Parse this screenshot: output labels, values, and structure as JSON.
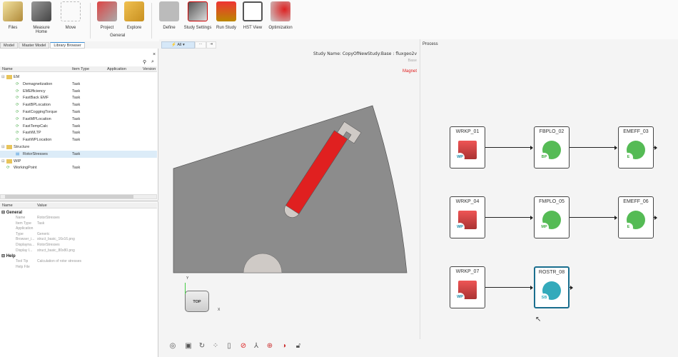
{
  "ribbon": {
    "buttons": [
      {
        "label": "Files",
        "icon": "files-icon"
      },
      {
        "label": "Measure",
        "icon": "measure-icon"
      },
      {
        "label": "Move",
        "icon": "move-icon"
      },
      {
        "label": "Project",
        "icon": "project-icon"
      },
      {
        "label": "Explore",
        "icon": "explore-icon"
      },
      {
        "label": "Define",
        "icon": "define-icon"
      },
      {
        "label": "Study Settings",
        "icon": "study-settings-icon"
      },
      {
        "label": "Run Study",
        "icon": "run-study-icon"
      },
      {
        "label": "HST View",
        "icon": "hst-view-icon"
      },
      {
        "label": "Optimization",
        "icon": "optimization-icon"
      }
    ],
    "groups": [
      "Home",
      "General"
    ]
  },
  "tabs": [
    "Model",
    "Master Model",
    "Library Browser"
  ],
  "tree": {
    "columns": [
      "Name",
      "Item Type",
      "Application",
      "Version"
    ],
    "items": [
      {
        "name": "EM",
        "type": "",
        "level": 0,
        "folder": true
      },
      {
        "name": "Demagnetization",
        "type": "Task",
        "level": 1
      },
      {
        "name": "EMEfficiency",
        "type": "Task",
        "level": 1
      },
      {
        "name": "FastBack EMF",
        "type": "Task",
        "level": 1
      },
      {
        "name": "FastBPLocation",
        "type": "Task",
        "level": 1
      },
      {
        "name": "FastCoggingTorque",
        "type": "Task",
        "level": 1
      },
      {
        "name": "FastMPLocation",
        "type": "Task",
        "level": 1
      },
      {
        "name": "FastTempCalc",
        "type": "Task",
        "level": 1
      },
      {
        "name": "FastWLTP",
        "type": "Task",
        "level": 1
      },
      {
        "name": "FastWPLocation",
        "type": "Task",
        "level": 1
      },
      {
        "name": "Structure",
        "type": "",
        "level": 0,
        "folder": true
      },
      {
        "name": "RotorStresses",
        "type": "Task",
        "level": 1,
        "selected": true
      },
      {
        "name": "WIP",
        "type": "",
        "level": 0,
        "folder": true
      },
      {
        "name": "WorkingPoint",
        "type": "Task",
        "level": 0
      }
    ]
  },
  "props": {
    "columns": [
      "Name",
      "Value"
    ],
    "general_label": "General",
    "help_label": "Help",
    "general": [
      [
        "Name",
        "RotorStresses"
      ],
      [
        "Item Type",
        "Task"
      ],
      [
        "Application",
        ""
      ],
      [
        "Type",
        "Generic"
      ],
      [
        "Browser_i...",
        "struct_basic_16x16.png"
      ],
      [
        "Displayna...",
        "RotorStresses"
      ],
      [
        "Display I...",
        "struct_basic_80x80.png"
      ]
    ],
    "help": [
      [
        "Tool Tip",
        "Calculation of rotor stresses"
      ],
      [
        "Help File",
        ""
      ]
    ]
  },
  "viewport": {
    "filter": "All",
    "study_name": "Study Name: CopyOfNewStudy:Base : fluxgeo2v",
    "legend": [
      "Base",
      "",
      "Magnet"
    ],
    "axis_y": "Y",
    "axis_x": "X",
    "cube": "TOP"
  },
  "process": {
    "title": "Process",
    "nodes": [
      {
        "label": "WRKP_01",
        "badge": "WP"
      },
      {
        "label": "FBPLO_02",
        "badge": "BP"
      },
      {
        "label": "EMEFF_03",
        "badge": "E"
      },
      {
        "label": "WRKP_04",
        "badge": "WP"
      },
      {
        "label": "FMPLO_05",
        "badge": "MP"
      },
      {
        "label": "EMEFF_06",
        "badge": "E"
      },
      {
        "label": "WRKP_07",
        "badge": "WP"
      },
      {
        "label": "ROSTR_08",
        "badge": "SB"
      }
    ]
  },
  "colors": {
    "magnet": "#e02020",
    "part": "#8c8c8c",
    "accent": "#1a6e8e"
  }
}
